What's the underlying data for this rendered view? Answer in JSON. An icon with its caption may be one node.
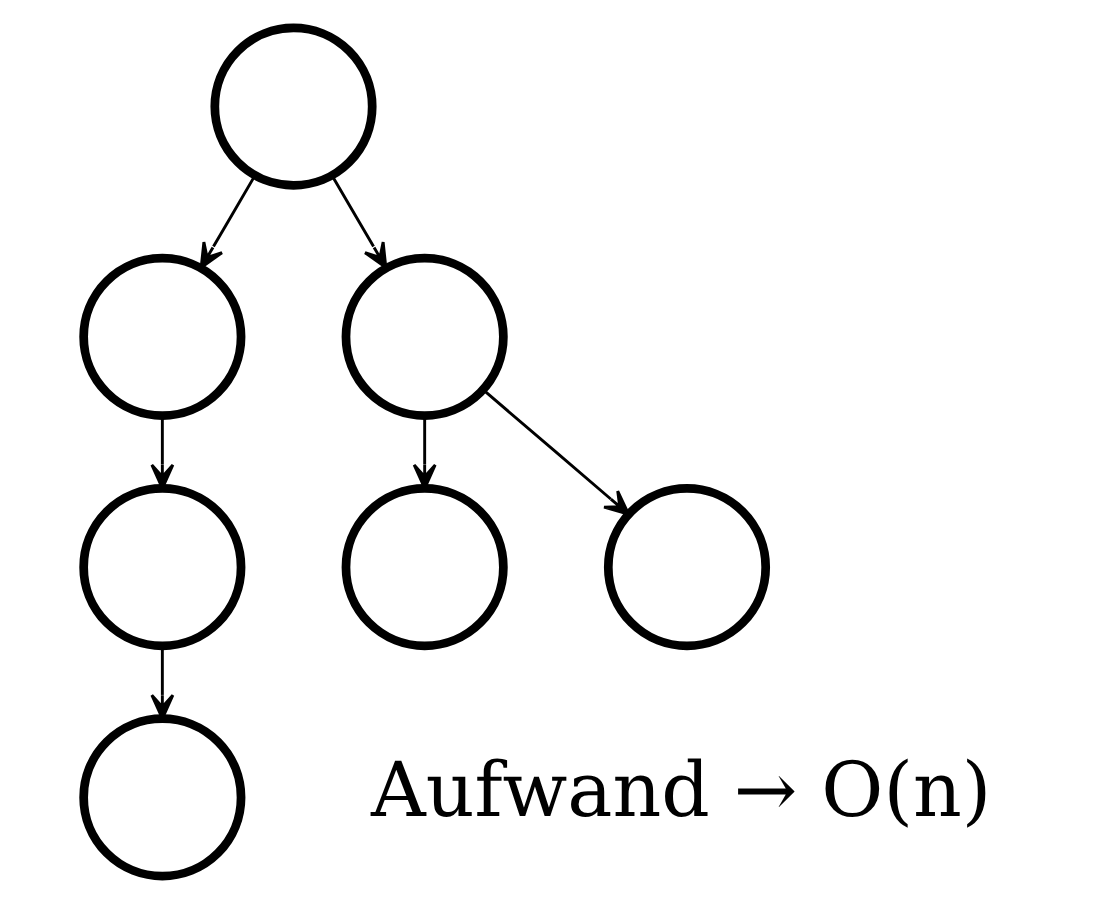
{
  "diagram": {
    "nodes": [
      {
        "text": [],
        "shape": "circle"
      },
      {
        "text": [],
        "shape": "circle"
      },
      {
        "text": [],
        "shape": "circle"
      },
      {
        "text": [],
        "shape": "circle"
      },
      {
        "text": [],
        "shape": "circle"
      },
      {
        "text": [],
        "shape": "circle"
      },
      {
        "text": [],
        "shape": "circle"
      }
    ],
    "edges": [
      {
        "from": 0,
        "to": 1,
        "arrow": "to"
      },
      {
        "from": 0,
        "to": 2,
        "arrow": "to"
      },
      {
        "from": 1,
        "to": 3,
        "arrow": "to"
      },
      {
        "from": 2,
        "to": 4,
        "arrow": "to"
      },
      {
        "from": 2,
        "to": 5,
        "arrow": "to"
      },
      {
        "from": 3,
        "to": 6,
        "arrow": "to"
      }
    ],
    "labels": [
      "Aufwand → O(n)"
    ]
  }
}
